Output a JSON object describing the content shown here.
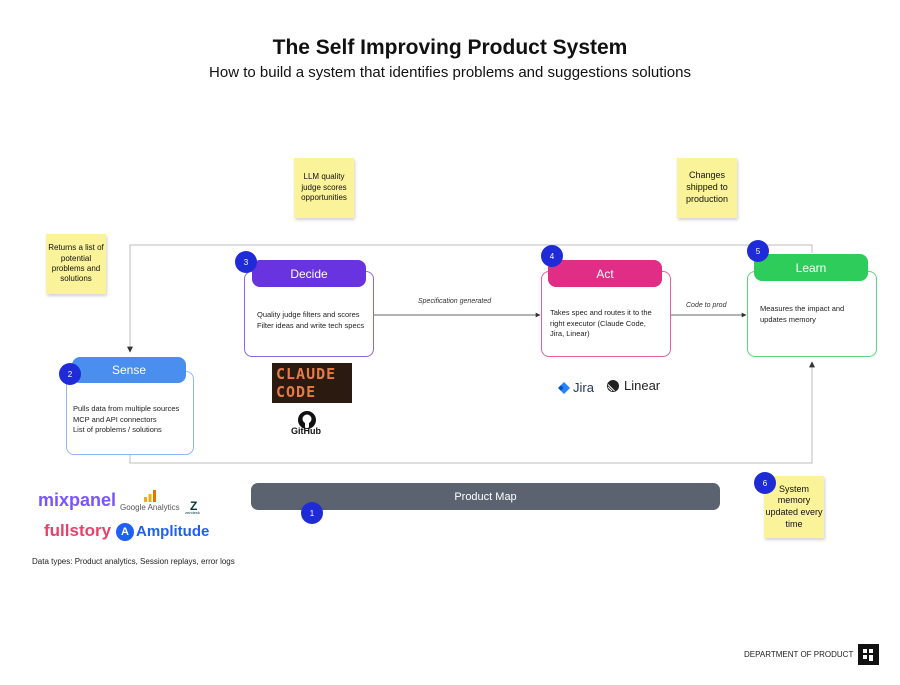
{
  "title": "The Self Improving Product System",
  "subtitle": "How to build a system that identifies problems and suggestions solutions",
  "stickies": {
    "llm": "LLM quality judge scores opportunities",
    "changes": "Changes shipped to production",
    "returns": "Returns a list of potential problems and solutions",
    "memory": "System memory updated every time"
  },
  "nodes": {
    "sense": {
      "number": "2",
      "label": "Sense",
      "lines": [
        "Pulls data from multiple sources",
        "MCP and API connectors",
        "List of problems / solutions"
      ]
    },
    "decide": {
      "number": "3",
      "label": "Decide",
      "lines": [
        "Quality judge filters and scores",
        "Filter ideas and write tech specs"
      ]
    },
    "act": {
      "number": "4",
      "label": "Act",
      "lines": [
        "Takes spec and routes it to the",
        "right executor (Claude Code,",
        "Jira, Linear)"
      ]
    },
    "learn": {
      "number": "5",
      "label": "Learn",
      "lines": [
        "Measures the impact and",
        "updates memory"
      ]
    }
  },
  "edges": {
    "spec": "Specification generated",
    "prod": "Code to prod"
  },
  "product_map": {
    "number": "1",
    "label": "Product Map"
  },
  "memory_badge": "6",
  "logos": {
    "mixpanel": "mixpanel",
    "google_analytics": "Google Analytics",
    "zendesk": "zendesk",
    "fullstory": "fullstory",
    "amplitude": "Amplitude",
    "claude_code": [
      "CLAUDE",
      "CODE"
    ],
    "github": "GitHub",
    "jira": "Jira",
    "linear": "Linear"
  },
  "data_types": "Data types: Product analytics, Session replays, error logs",
  "footer": "DEPARTMENT OF PRODUCT",
  "colors": {
    "sense": "#4a8ef0",
    "sense_border": "#8fb7f4",
    "decide": "#6a33e0",
    "decide_border": "#8a66e6",
    "act": "#e02d86",
    "act_border": "#e65fa5",
    "learn": "#2ecc5a",
    "learn_border": "#5fd27c",
    "product_map": "#5c6370",
    "badge": "#1f2bd6",
    "sticky": "#fbf39a"
  }
}
